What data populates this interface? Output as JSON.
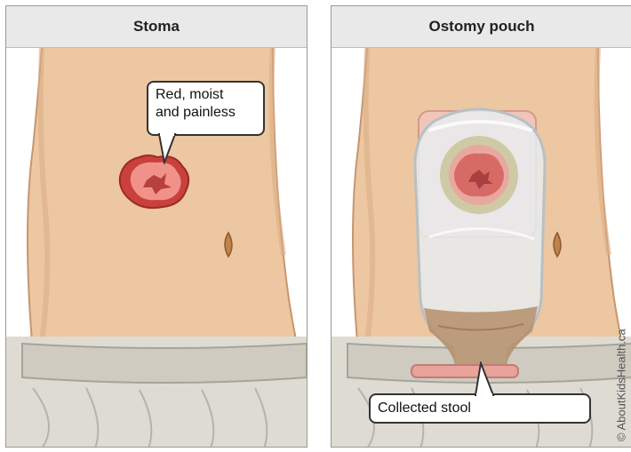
{
  "panels": [
    {
      "title": "Stoma",
      "callout": "Red, moist\nand painless"
    },
    {
      "title": "Ostomy pouch",
      "callout": "Collected stool"
    }
  ],
  "copyright": "© AboutKidsHealth.ca",
  "colors": {
    "skin": "#ecc7a1",
    "skin_shadow": "#dcae86",
    "stoma": "#d95a55",
    "stoma_light": "#f0928a",
    "pouch": "#e8ecee",
    "flange": "#e3a39b",
    "stool": "#b48e6a",
    "cloth": "#dedbd3"
  }
}
